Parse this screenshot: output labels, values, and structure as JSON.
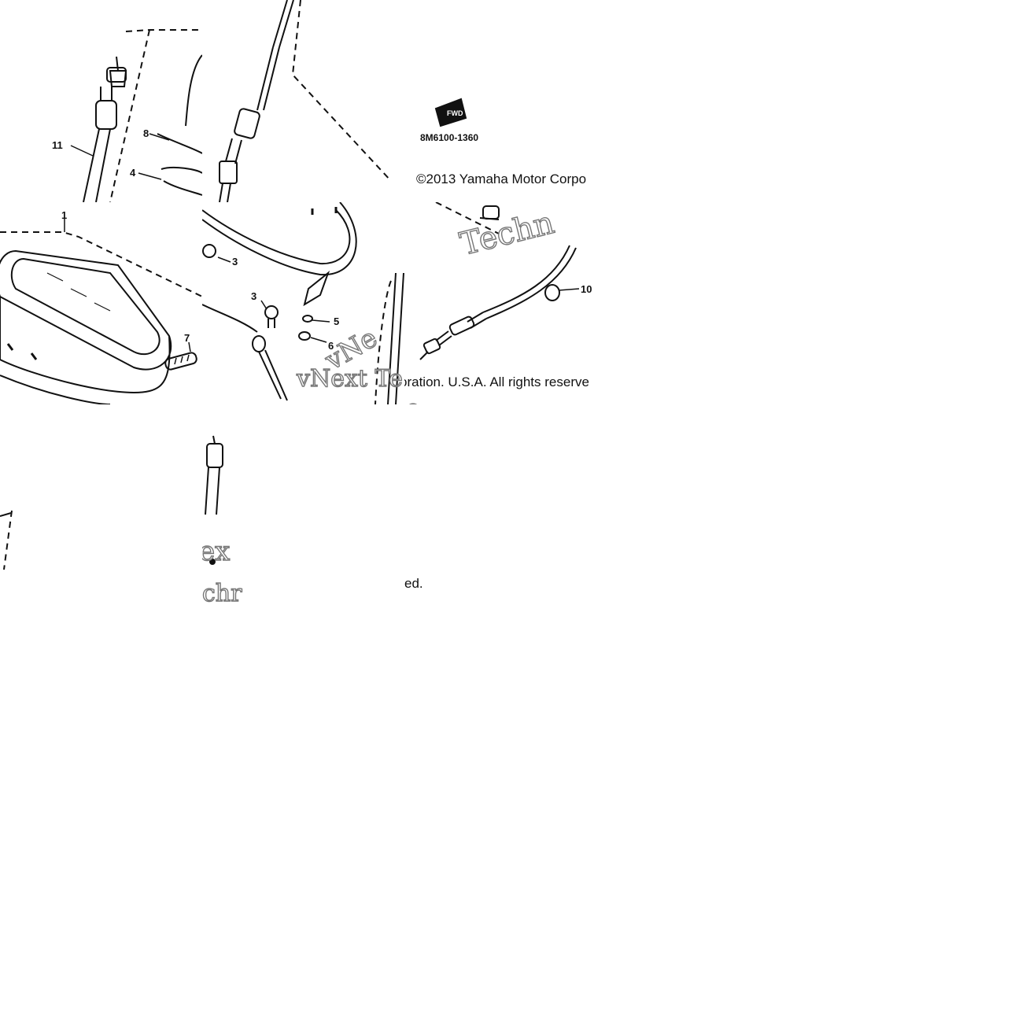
{
  "callouts": {
    "p1": "1",
    "p3": "3",
    "p4": "4",
    "p5": "5",
    "p6": "6",
    "p7": "7",
    "p8": "8",
    "p10": "10",
    "p11": "11"
  },
  "diagram_code": "8M6100-1360",
  "copyright": {
    "part1": "©2013 Yamaha Motor Corpo",
    "part2": "oration. U.S.A. All rights reserve",
    "part3": "ed."
  },
  "watermark": {
    "techn": "Techn",
    "next_te": "vNext Te",
    "vn": "vNe",
    "ex": "ex",
    "chr": "chr",
    "o": "o"
  },
  "colors": {
    "ink": "#111111",
    "watermark_outline": "#777777",
    "background": "#ffffff"
  }
}
